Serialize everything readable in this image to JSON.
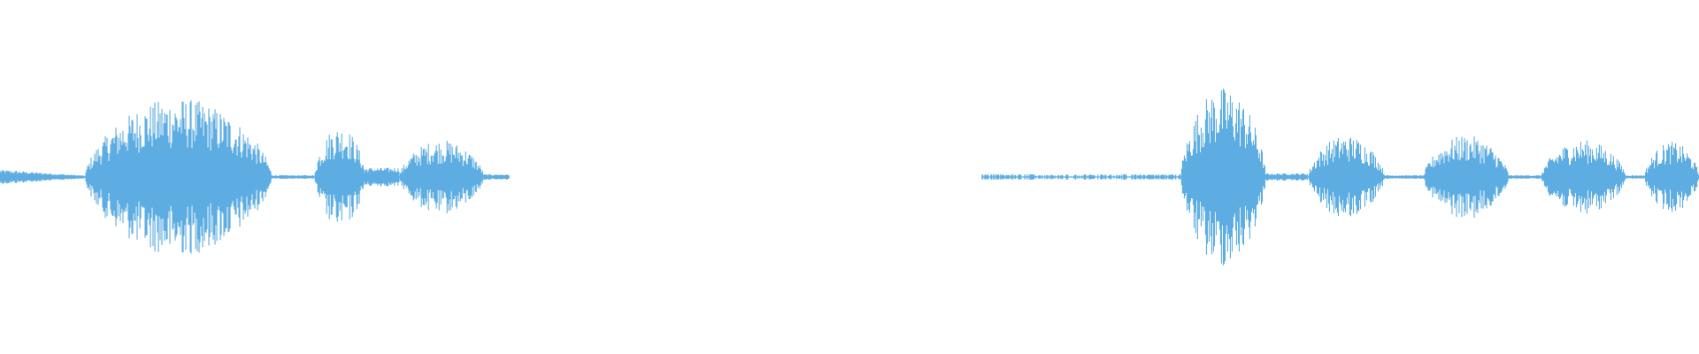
{
  "waveform": {
    "color": "#5dade2",
    "background": "#ffffff",
    "duration": 1.0,
    "segments": [
      {
        "start": 0.0,
        "end": 0.05,
        "amplitude": 0.08,
        "character": "tail"
      },
      {
        "start": 0.05,
        "end": 0.16,
        "amplitude": 0.85,
        "character": "burst"
      },
      {
        "start": 0.16,
        "end": 0.185,
        "amplitude": 0.02,
        "character": "silence-line"
      },
      {
        "start": 0.185,
        "end": 0.215,
        "amplitude": 0.55,
        "character": "burst"
      },
      {
        "start": 0.215,
        "end": 0.235,
        "amplitude": 0.1,
        "character": "low"
      },
      {
        "start": 0.235,
        "end": 0.285,
        "amplitude": 0.4,
        "character": "burst"
      },
      {
        "start": 0.285,
        "end": 0.3,
        "amplitude": 0.03,
        "character": "silence-line"
      },
      {
        "start": 0.578,
        "end": 0.695,
        "amplitude": 0.03,
        "character": "faint"
      },
      {
        "start": 0.695,
        "end": 0.745,
        "amplitude": 0.97,
        "character": "burst"
      },
      {
        "start": 0.745,
        "end": 0.77,
        "amplitude": 0.04,
        "character": "silence-line"
      },
      {
        "start": 0.77,
        "end": 0.815,
        "amplitude": 0.45,
        "character": "burst"
      },
      {
        "start": 0.815,
        "end": 0.838,
        "amplitude": 0.02,
        "character": "silence-line"
      },
      {
        "start": 0.838,
        "end": 0.888,
        "amplitude": 0.45,
        "character": "burst"
      },
      {
        "start": 0.888,
        "end": 0.907,
        "amplitude": 0.02,
        "character": "silence-line"
      },
      {
        "start": 0.907,
        "end": 0.957,
        "amplitude": 0.4,
        "character": "burst"
      },
      {
        "start": 0.957,
        "end": 0.968,
        "amplitude": 0.02,
        "character": "silence-line"
      },
      {
        "start": 0.968,
        "end": 1.0,
        "amplitude": 0.38,
        "character": "burst"
      }
    ]
  }
}
